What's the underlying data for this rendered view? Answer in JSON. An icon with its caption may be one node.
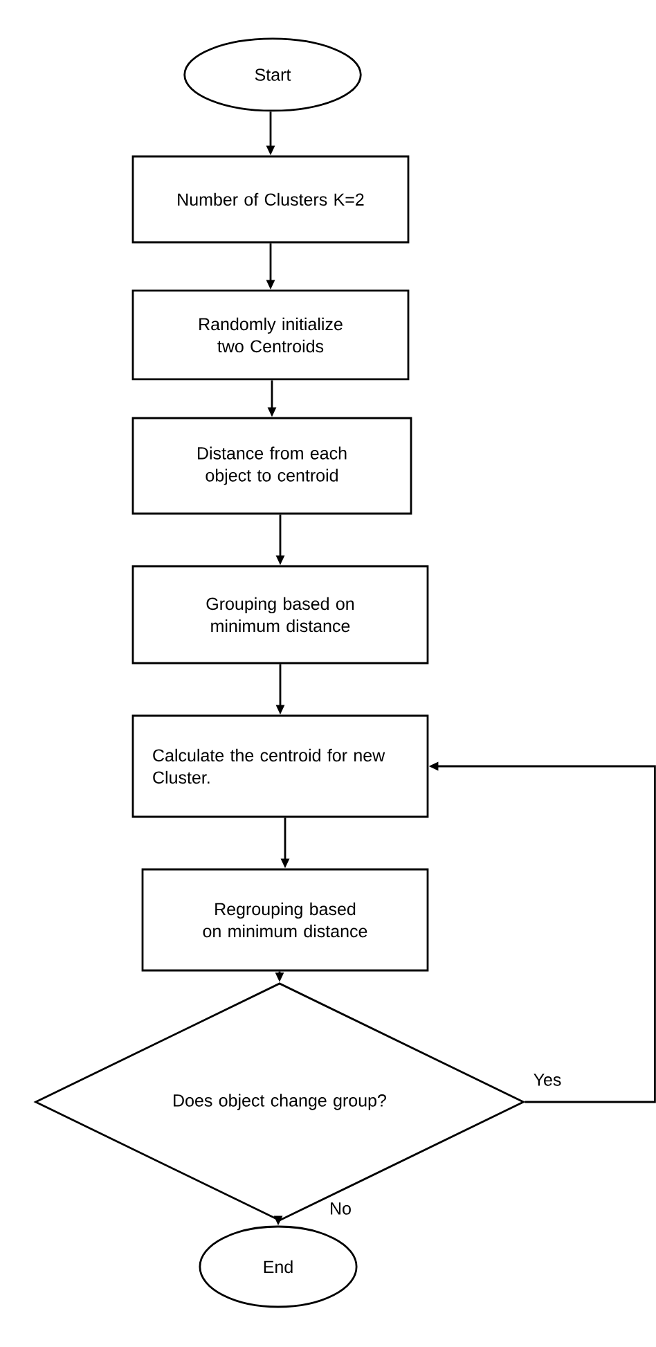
{
  "diagram": {
    "nodes": [
      {
        "text": [
          "Start"
        ]
      },
      {
        "text": [
          "Number of Clusters K=2"
        ]
      },
      {
        "text": [
          "Randomly initialize two Centroids"
        ]
      },
      {
        "text": [
          "Distance from each object to centroid"
        ]
      },
      {
        "text": [
          "Grouping based on minimum distance"
        ]
      },
      {
        "text": [
          "Calculate the centroid for new Cluster."
        ]
      },
      {
        "text": [
          "Regrouping based on minimum distance"
        ]
      },
      {
        "text": [
          "Does object change group?"
        ]
      },
      {
        "text": [
          "End"
        ]
      }
    ],
    "edges": [
      {
        "from": 0,
        "to": 1,
        "arrow": "to"
      },
      {
        "from": 1,
        "to": 2,
        "arrow": "to"
      },
      {
        "from": 2,
        "to": 3,
        "arrow": "to"
      },
      {
        "from": 3,
        "to": 4,
        "arrow": "to"
      },
      {
        "from": 4,
        "to": 5,
        "arrow": "to"
      },
      {
        "from": 5,
        "to": 6,
        "arrow": "to"
      },
      {
        "from": 6,
        "to": 7,
        "arrow": "to"
      },
      {
        "from": 7,
        "to": 5,
        "arrow": "to",
        "label": "Yes"
      },
      {
        "from": 7,
        "to": 8,
        "arrow": "to",
        "label": "No"
      }
    ]
  }
}
